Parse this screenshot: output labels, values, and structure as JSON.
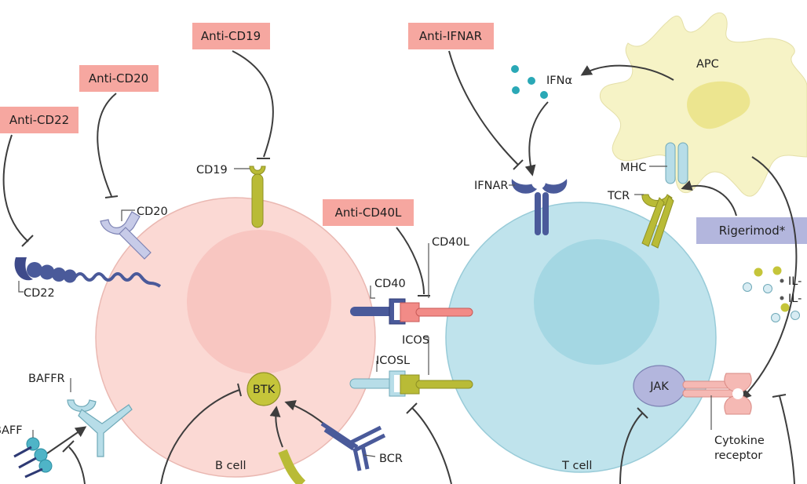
{
  "drugs": {
    "anti_cd22": "Anti-CD22",
    "anti_cd20": "Anti-CD20",
    "anti_cd19": "Anti-CD19",
    "anti_cd40l": "Anti-CD40L",
    "anti_ifnar": "Anti-IFNAR",
    "rigerimod": "Rigerimod*"
  },
  "molecules": {
    "cd19": "CD19",
    "cd20": "CD20",
    "cd22": "CD22",
    "cd40": "CD40",
    "cd40l": "CD40L",
    "icos": "ICOS",
    "icosl": "ICOSL",
    "baffr": "BAFFR",
    "baff": "BAFF",
    "btk": "BTK",
    "bcr": "BCR",
    "ifnar": "IFNAR",
    "ifn_alpha": "IFNα",
    "mhc": "MHC",
    "tcr": "TCR",
    "jak": "JAK",
    "cytokine_receptor_line1": "Cytokine",
    "cytokine_receptor_line2": "receptor",
    "il_a": "IL-",
    "il_b": "IL-"
  },
  "cells": {
    "b_cell": "B cell",
    "t_cell": "T cell",
    "apc": "APC"
  },
  "colors": {
    "drug_box": "#f6a7a0",
    "rigerimod_box": "#b3b6dd",
    "b_cell": "#fbd9d4",
    "b_nucleus": "#f8c6c1",
    "t_cell": "#bfe3ec",
    "t_nucleus": "#a4d7e3",
    "apc": "#f6f3c6",
    "receptor_olive": "#b9bb36",
    "receptor_navy": "#4a5a9a",
    "receptor_light_blue": "#b7dde8"
  }
}
